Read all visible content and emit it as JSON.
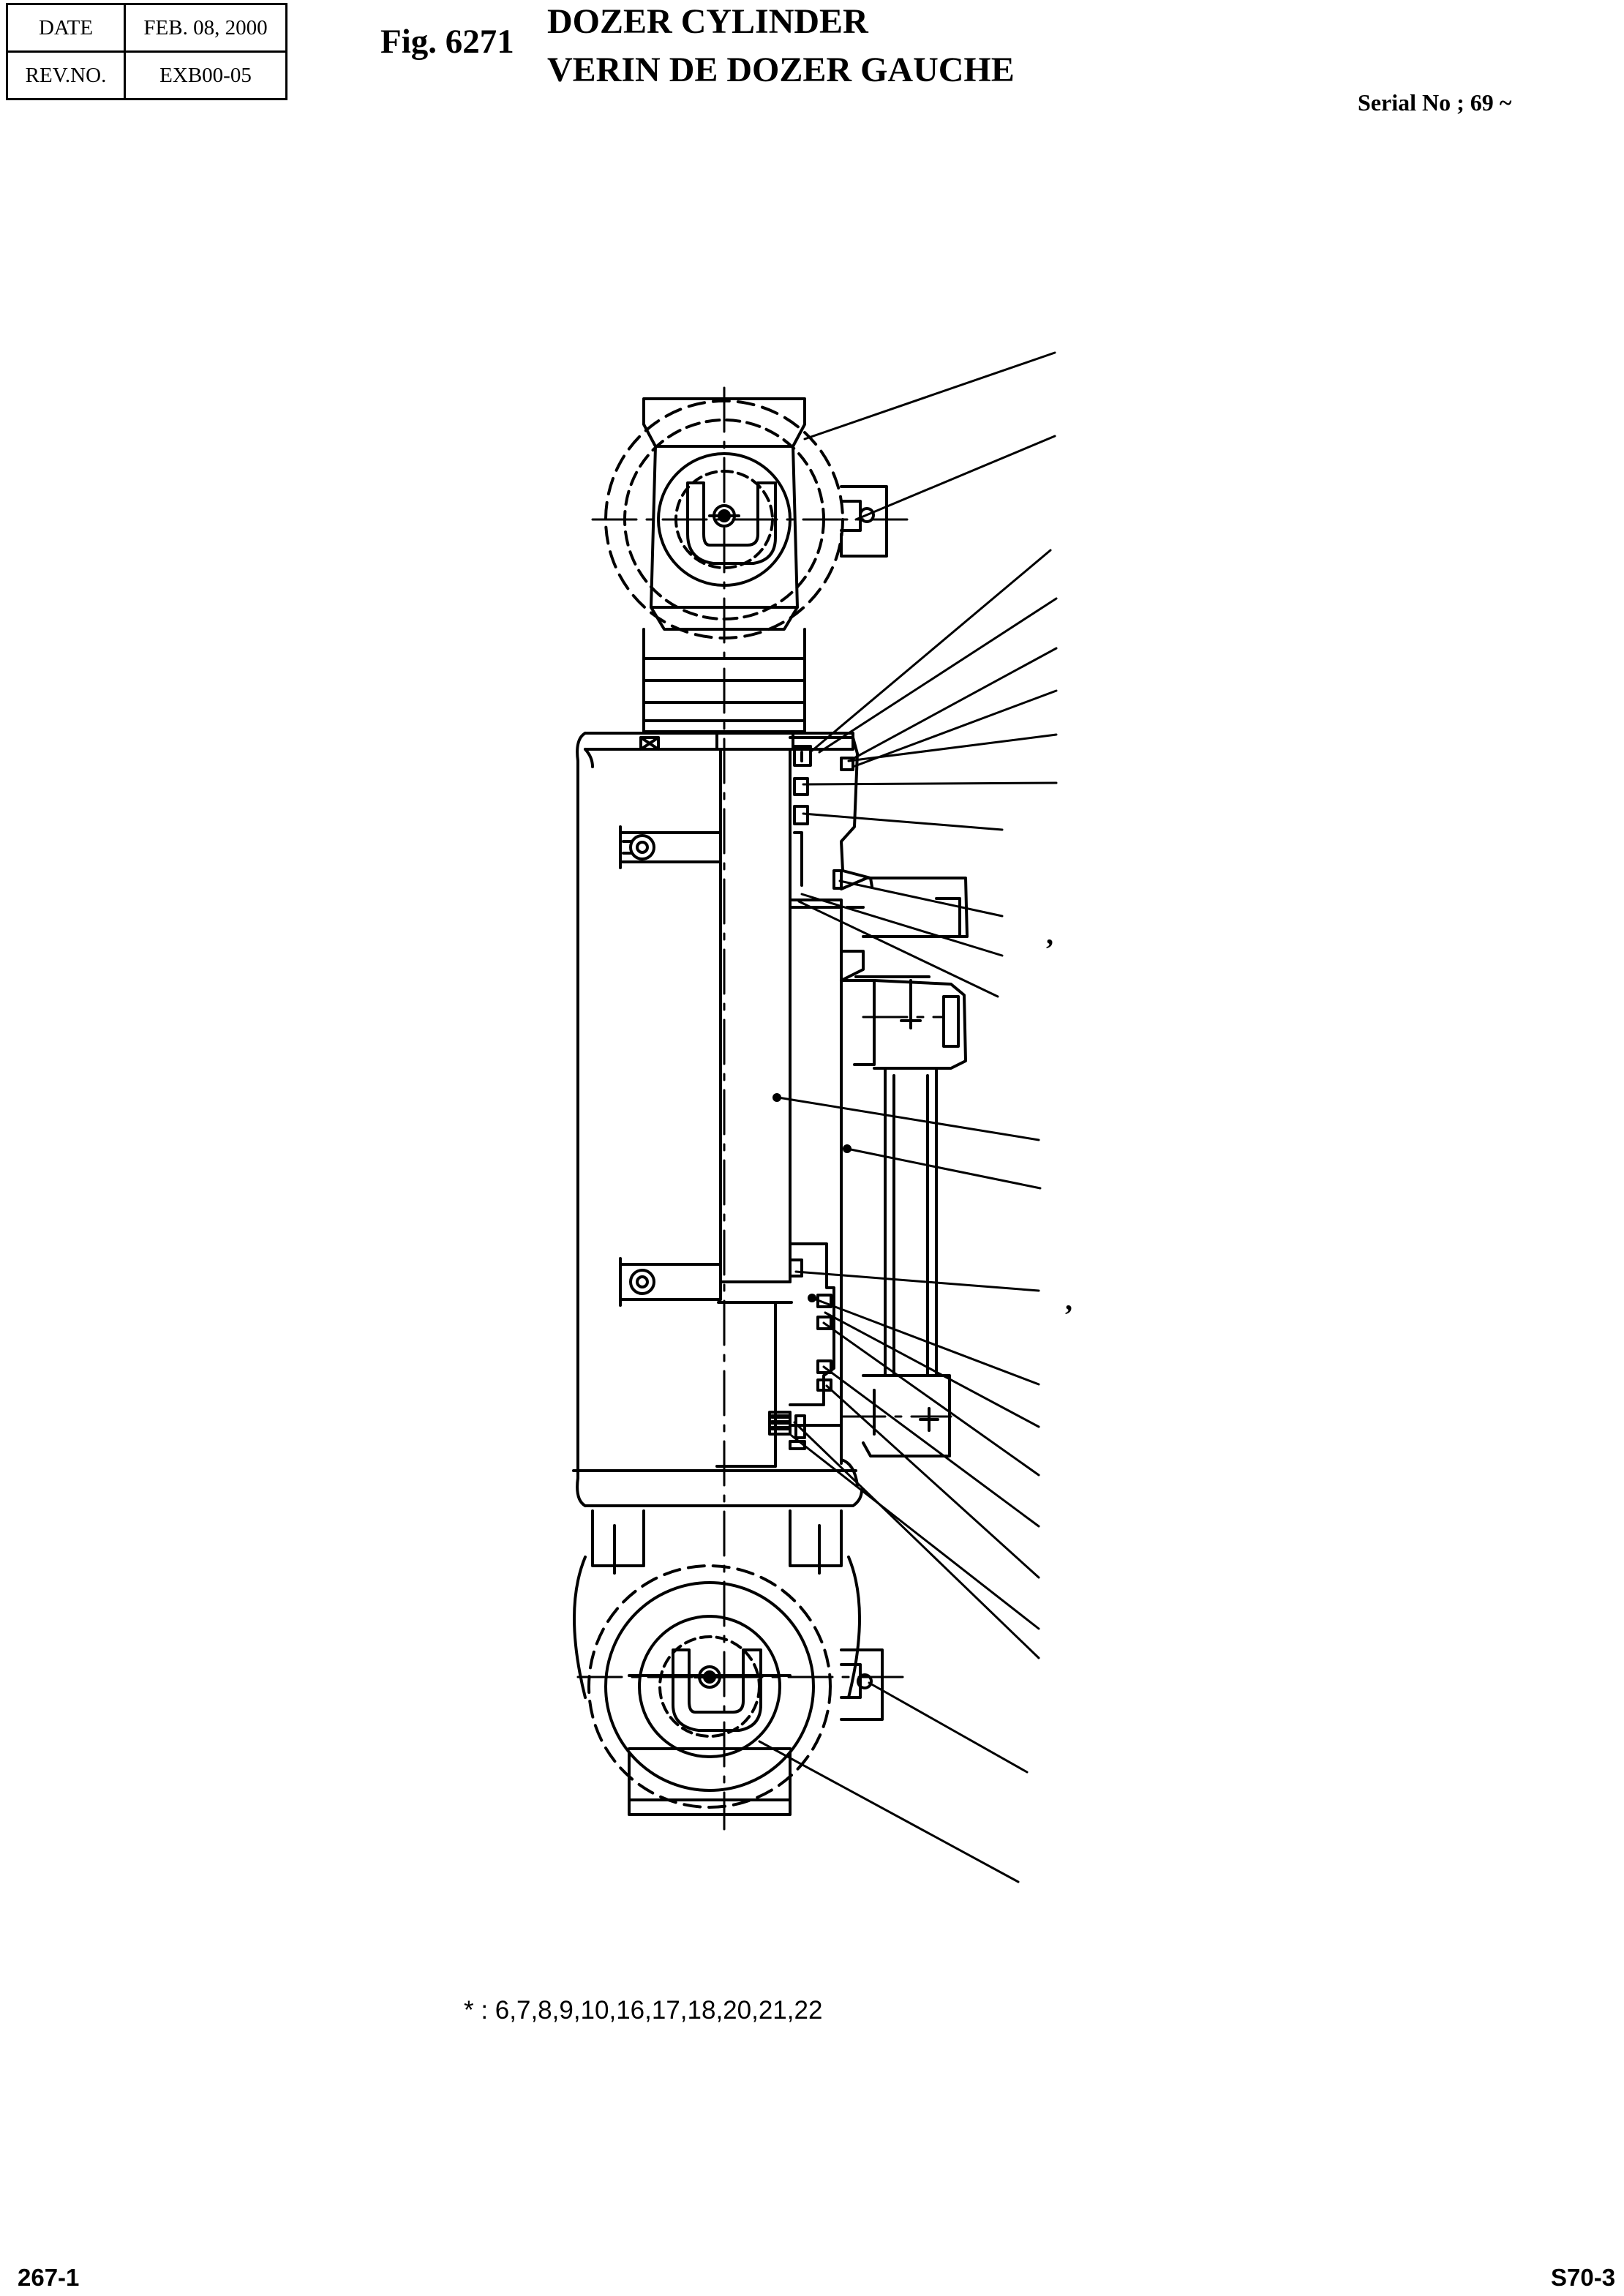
{
  "header": {
    "date_label": "DATE",
    "date_value": "FEB. 08, 2000",
    "rev_label": "REV.NO.",
    "rev_value": "EXB00-05"
  },
  "figure": {
    "number": "Fig. 6271",
    "title_en": "DOZER CYLINDER",
    "title_fr": "VERIN DE DOZER GAUCHE"
  },
  "serial": "Serial No ; 69 ~",
  "footnote": "* : 6,7,8,9,10,16,17,18,20,21,22",
  "page": {
    "left": "267-1",
    "right": "S70-3"
  },
  "marks": {
    "mark_a": ",",
    "mark_b": ","
  }
}
